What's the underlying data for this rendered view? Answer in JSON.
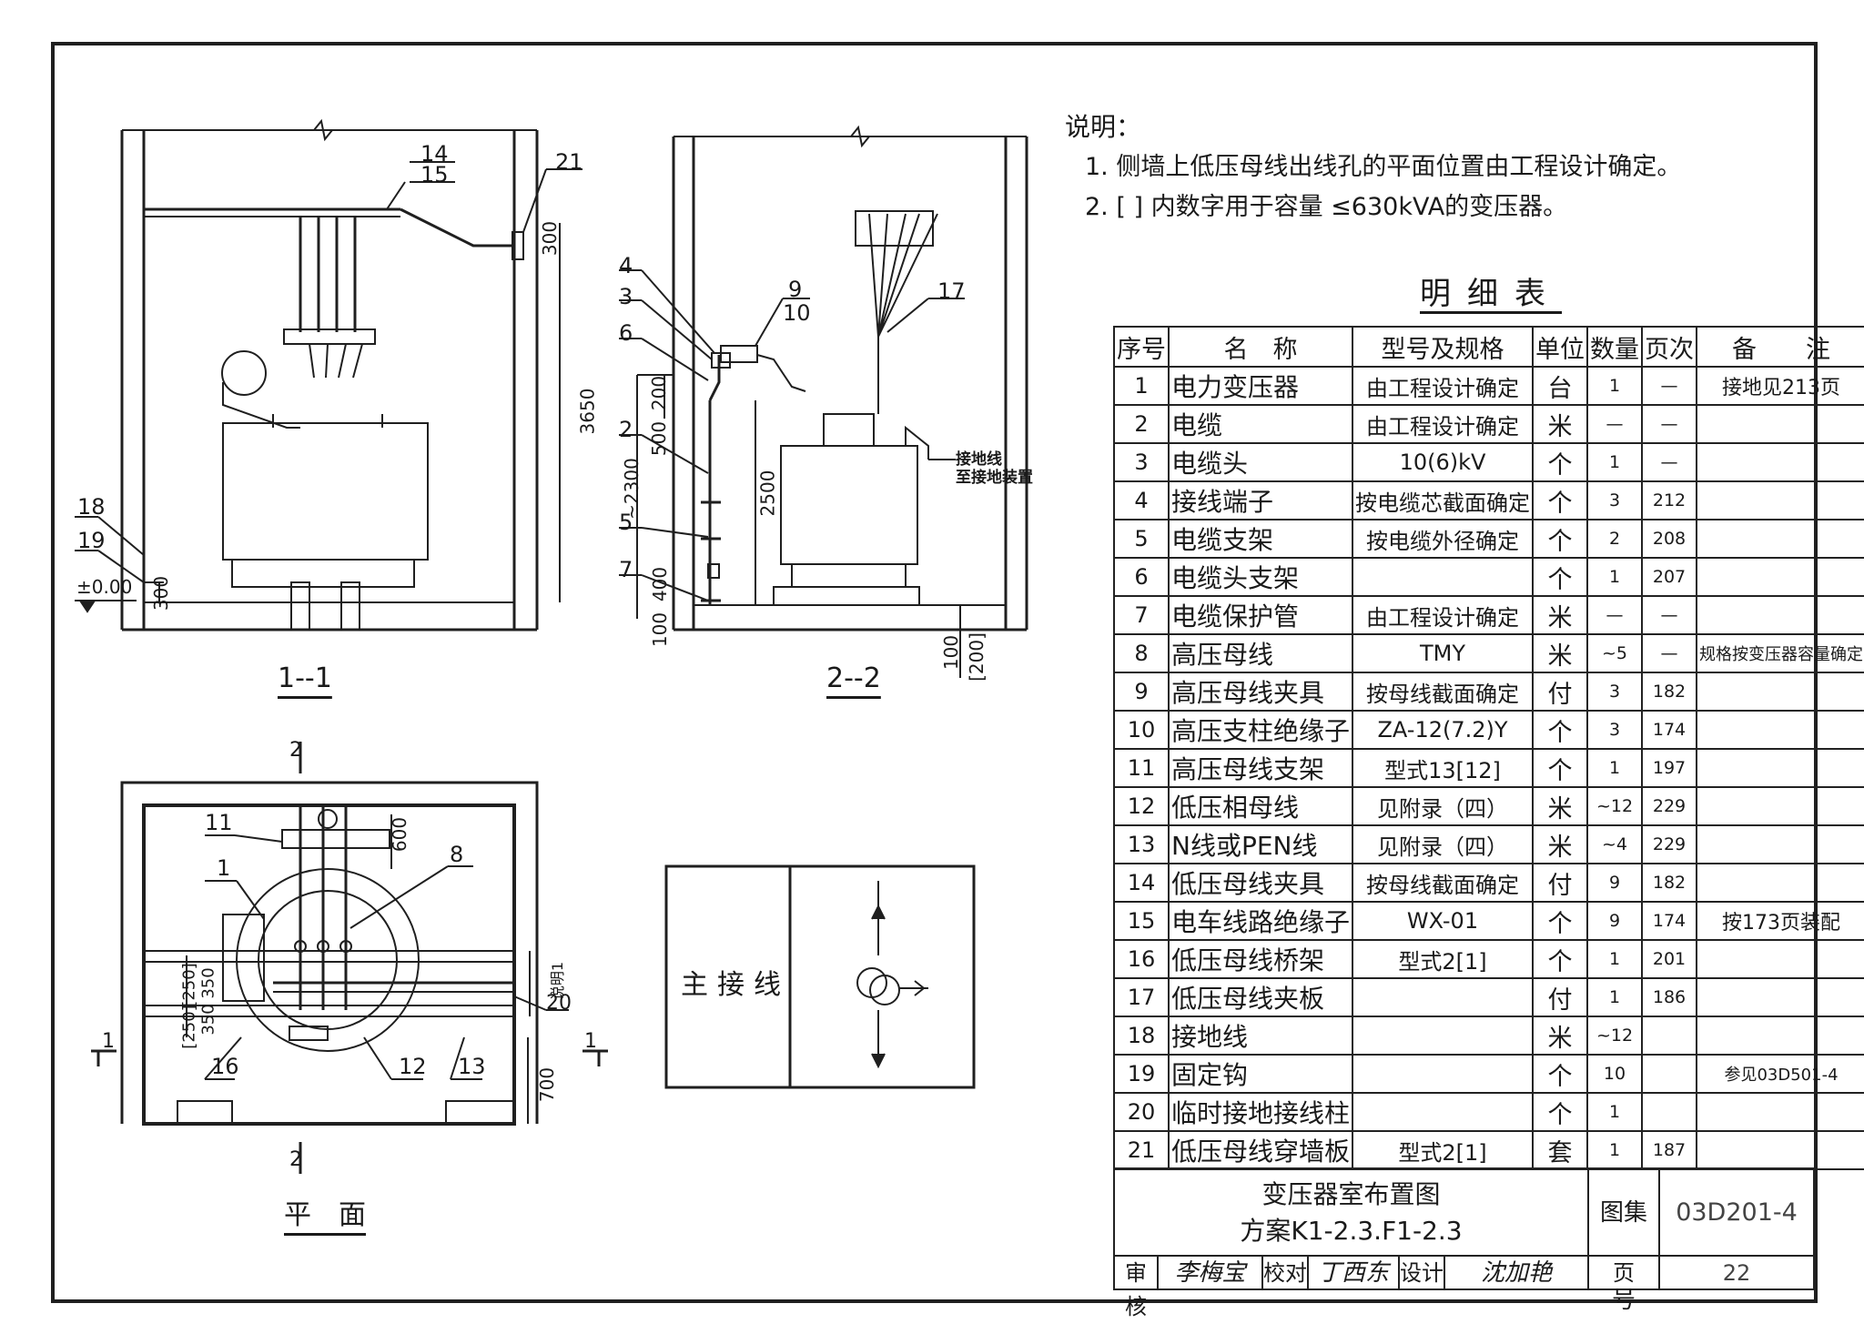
{
  "notes": {
    "heading": "说明：",
    "items": [
      "1. 侧墙上低压母线出线孔的平面位置由工程设计确定。",
      "2. [ ] 内数字用于容量 ≤630kVA的变压器。"
    ]
  },
  "bom": {
    "title": "明细表",
    "headers": [
      "序号",
      "名　称",
      "型号及规格",
      "单位",
      "数量",
      "页次",
      "备　　注"
    ],
    "rows": [
      [
        "1",
        "电力变压器",
        "由工程设计确定",
        "台",
        "1",
        "—",
        "接地见213页"
      ],
      [
        "2",
        "电缆",
        "由工程设计确定",
        "米",
        "—",
        "—",
        ""
      ],
      [
        "3",
        "电缆头",
        "10(6)kV",
        "个",
        "1",
        "—",
        ""
      ],
      [
        "4",
        "接线端子",
        "按电缆芯截面确定",
        "个",
        "3",
        "212",
        ""
      ],
      [
        "5",
        "电缆支架",
        "按电缆外径确定",
        "个",
        "2",
        "208",
        ""
      ],
      [
        "6",
        "电缆头支架",
        "",
        "个",
        "1",
        "207",
        ""
      ],
      [
        "7",
        "电缆保护管",
        "由工程设计确定",
        "米",
        "—",
        "—",
        ""
      ],
      [
        "8",
        "高压母线",
        "TMY",
        "米",
        "~5",
        "—",
        "规格按变压器容量确定"
      ],
      [
        "9",
        "高压母线夹具",
        "按母线截面确定",
        "付",
        "3",
        "182",
        ""
      ],
      [
        "10",
        "高压支柱绝缘子",
        "ZA-12(7.2)Y",
        "个",
        "3",
        "174",
        ""
      ],
      [
        "11",
        "高压母线支架",
        "型式13[12]",
        "个",
        "1",
        "197",
        ""
      ],
      [
        "12",
        "低压相母线",
        "见附录（四）",
        "米",
        "~12",
        "229",
        ""
      ],
      [
        "13",
        "N线或PEN线",
        "见附录（四）",
        "米",
        "~4",
        "229",
        ""
      ],
      [
        "14",
        "低压母线夹具",
        "按母线截面确定",
        "付",
        "9",
        "182",
        ""
      ],
      [
        "15",
        "电车线路绝缘子",
        "WX-01",
        "个",
        "9",
        "174",
        "按173页装配"
      ],
      [
        "16",
        "低压母线桥架",
        "型式2[1]",
        "个",
        "1",
        "201",
        ""
      ],
      [
        "17",
        "低压母线夹板",
        "",
        "付",
        "1",
        "186",
        ""
      ],
      [
        "18",
        "接地线",
        "",
        "米",
        "~12",
        "",
        ""
      ],
      [
        "19",
        "固定钩",
        "",
        "个",
        "10",
        "",
        "参见03D501-4"
      ],
      [
        "20",
        "临时接地接线柱",
        "",
        "个",
        "1",
        "",
        ""
      ],
      [
        "21",
        "低压母线穿墙板",
        "型式2[1]",
        "套",
        "1",
        "187",
        ""
      ]
    ]
  },
  "title_block": {
    "title_line1": "变压器室布置图",
    "title_line2": "方案K1-2.3.F1-2.3",
    "atlas_label": "图集号",
    "atlas_no": "03D201-4",
    "review_label": "审核",
    "review_sig": "李梅宝",
    "check_label": "校对",
    "check_sig": "丁西东",
    "design_label": "设计",
    "design_sig": "沈加艳",
    "page_label": "页",
    "page_no": "22"
  },
  "views": {
    "section11_caption": "1--1",
    "section22_caption": "2--2",
    "plan_caption": "平　面",
    "main_wiring_label": "主接线"
  },
  "callouts": {
    "s11": {
      "c14": "14",
      "c15": "15",
      "c21": "21",
      "c18": "18",
      "c19": "19",
      "elev": "±0.00",
      "d300a": "300",
      "d3650": "3650",
      "d300b": "300"
    },
    "s22": {
      "c4": "4",
      "c3": "3",
      "c6": "6",
      "c2": "2",
      "c5": "5",
      "c7": "7",
      "c9": "9",
      "c10": "10",
      "c17": "17",
      "d200": "200",
      "d500": "500",
      "d2300": "~2300",
      "d400": "400",
      "d100a": "100",
      "d2500": "2500",
      "d100b": "100",
      "d200b": "[200]",
      "ground1": "接地线",
      "ground2": "至接地装置"
    },
    "plan": {
      "c11": "11",
      "c1": "1",
      "c8": "8",
      "c16": "16",
      "c12": "12",
      "c13": "13",
      "c20": "20",
      "d600": "600",
      "d700": "700",
      "d350": "350",
      "d250": "[250]",
      "d350b": "350",
      "d250b": "[250]",
      "note1": "说明1",
      "mark1a": "1",
      "mark1b": "1",
      "mark2a": "2",
      "mark2b": "2"
    }
  }
}
